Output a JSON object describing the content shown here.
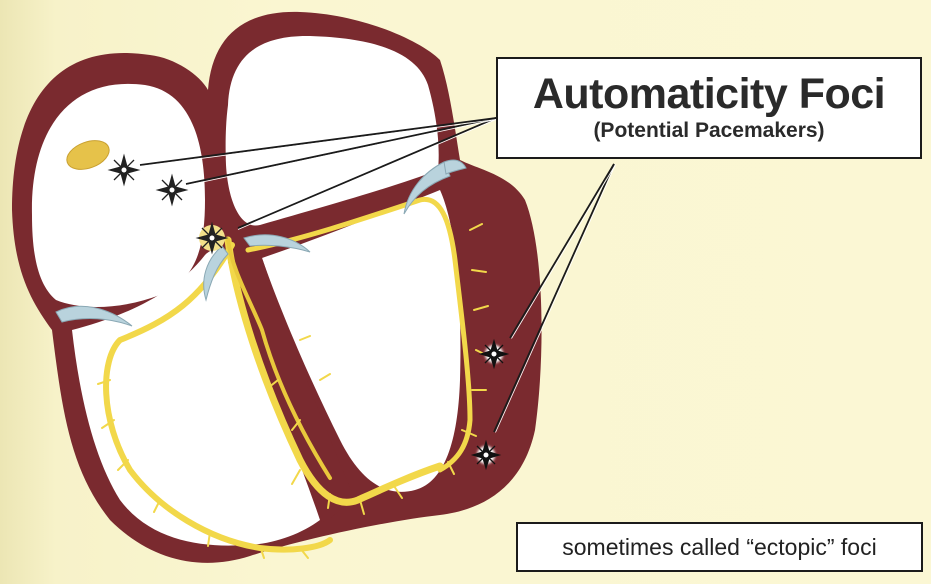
{
  "title": "Automaticity Foci",
  "subtitle": "(Potential Pacemakers)",
  "note": "sometimes called “ectopic” foci",
  "colors": {
    "background": "#faf6d1",
    "myocardium": "#7a2a2f",
    "chamber": "#ffffff",
    "conduction": "#f2d84a",
    "valve": "#b9d3dd",
    "sa_node": "#e6c24a",
    "box_border": "#1b1b1b"
  },
  "icons": [
    "star-burst-icon"
  ]
}
